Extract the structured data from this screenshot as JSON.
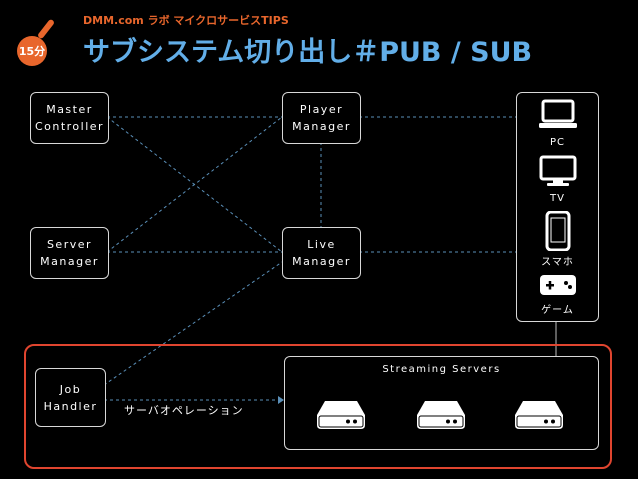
{
  "header": {
    "badge": "15分",
    "subtitle": "DMM.com ラボ マイクロサービスTIPS",
    "title": "サブシステム切り出し＃PUB / SUB"
  },
  "nodes": {
    "master": "Master\nController",
    "player": "Player\nManager",
    "server": "Server\nManager",
    "live": "Live\nManager",
    "job": "Job\nHandler"
  },
  "devices": {
    "pc": "PC",
    "tv": "TV",
    "phone": "スマホ",
    "game": "ゲーム"
  },
  "streaming": {
    "title": "Streaming Servers"
  },
  "operation_label": "サーバオペレーション",
  "colors": {
    "title": "#62aee8",
    "accent": "#e8662c",
    "frame": "#e0452f",
    "dashed_line": "#5a8fb8"
  }
}
